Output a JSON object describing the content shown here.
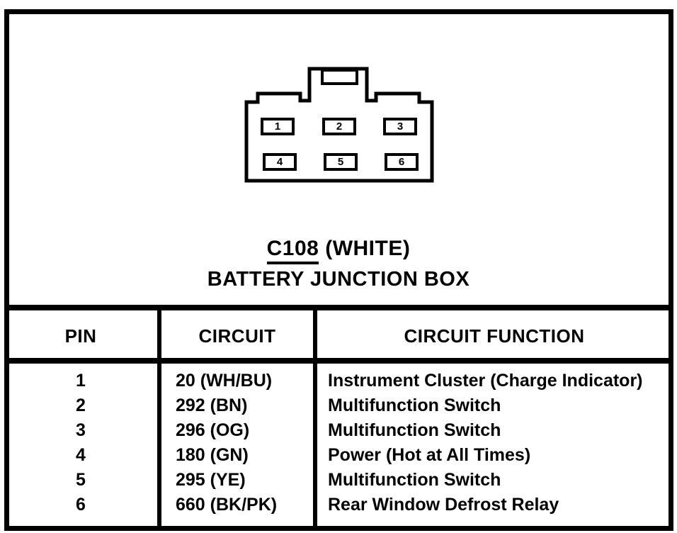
{
  "colors": {
    "ink": "#000000",
    "paper": "#ffffff"
  },
  "connector": {
    "pins": [
      "1",
      "2",
      "3",
      "4",
      "5",
      "6"
    ],
    "label_code": "C108",
    "label_color": "(WHITE)",
    "label_name": "BATTERY JUNCTION BOX"
  },
  "table": {
    "headers": {
      "pin": "PIN",
      "circuit": "CIRCUIT",
      "function": "CIRCUIT FUNCTION"
    },
    "rows": [
      {
        "pin": "1",
        "circuit": "20 (WH/BU)",
        "function": "Instrument Cluster (Charge Indicator)"
      },
      {
        "pin": "2",
        "circuit": "292 (BN)",
        "function": "Multifunction Switch"
      },
      {
        "pin": "3",
        "circuit": "296 (OG)",
        "function": "Multifunction Switch"
      },
      {
        "pin": "4",
        "circuit": "180 (GN)",
        "function": "Power (Hot at All Times)"
      },
      {
        "pin": "5",
        "circuit": "295 (YE)",
        "function": "Multifunction Switch"
      },
      {
        "pin": "6",
        "circuit": "660 (BK/PK)",
        "function": "Rear Window Defrost Relay"
      }
    ]
  }
}
